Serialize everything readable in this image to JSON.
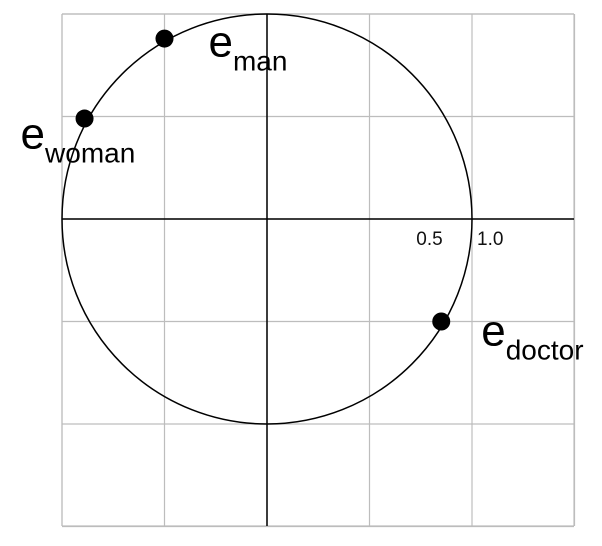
{
  "diagram": {
    "axis_ticks": [
      "0.5",
      "1.0"
    ],
    "circle_radius": 1.0,
    "grid_step": 0.5,
    "points": [
      {
        "id": "man",
        "base": "e",
        "sub": "man",
        "x": -0.5,
        "y": 0.88
      },
      {
        "id": "woman",
        "base": "e",
        "sub": "woman",
        "x": -0.89,
        "y": 0.49
      },
      {
        "id": "doctor",
        "base": "e",
        "sub": "doctor",
        "x": 0.85,
        "y": -0.5
      }
    ],
    "colors": {
      "grid": "#bdbdbd",
      "axes": "#000000",
      "circle": "#000000",
      "point": "#000000"
    }
  }
}
